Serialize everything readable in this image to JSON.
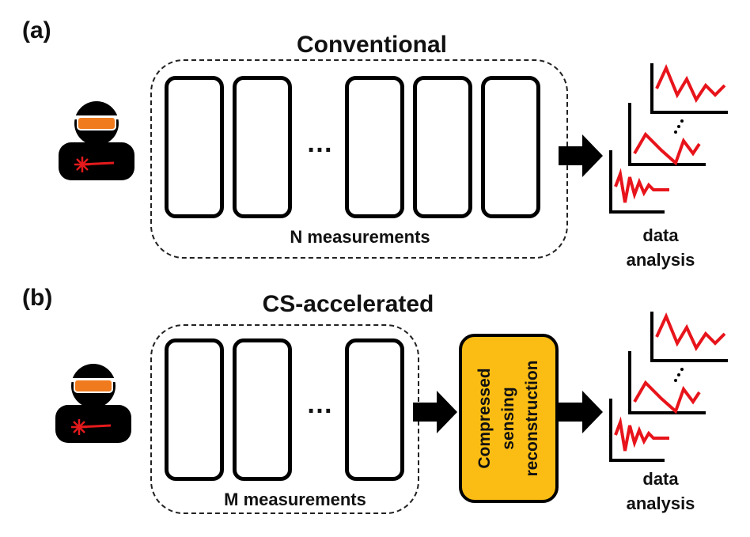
{
  "panel_a": {
    "label": "(a)",
    "title": "Conventional",
    "measurements_label": "N measurements",
    "ellipsis": "…",
    "output_label": [
      "data",
      "analysis"
    ]
  },
  "panel_b": {
    "label": "(b)",
    "title": "CS-accelerated",
    "measurements_label": "M measurements",
    "ellipsis": "…",
    "reconstruction_label": [
      "Compressed",
      "sensing",
      "reconstruction"
    ],
    "output_label": [
      "data",
      "analysis"
    ]
  },
  "colors": {
    "goggles": "#f07b1e",
    "laser": "#e41a1c",
    "plot_line": "#e8141b",
    "cs_box": "#fbbd14"
  },
  "icons": [
    "person-with-laser-goggles-icon",
    "right-arrow-icon",
    "line-plot-icon"
  ]
}
